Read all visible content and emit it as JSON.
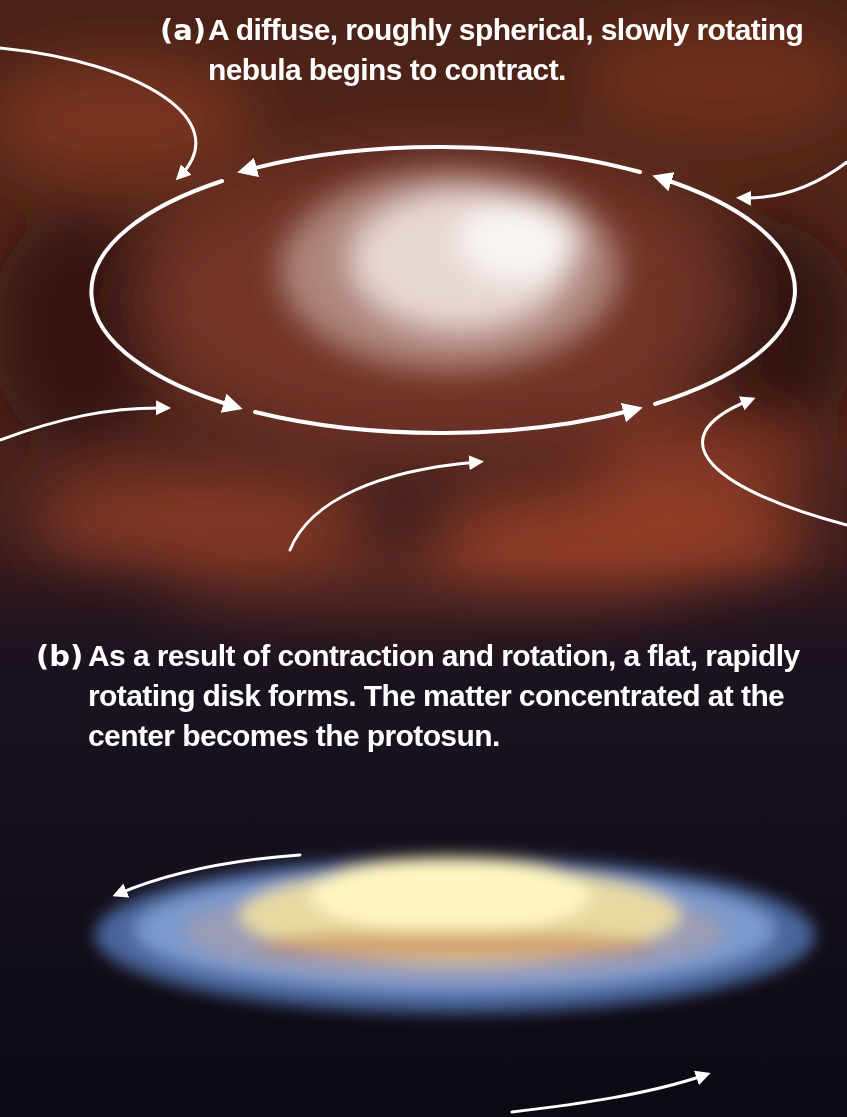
{
  "diagram": {
    "labels": [
      "(a)",
      "A diffuse, roughly spherical, slowly rotating nebula begins to contract.",
      "(b)",
      "As a result of contraction and rotation, a flat, rapidly rotating disk forms. The matter concentrated at the center becomes the protosun."
    ]
  }
}
